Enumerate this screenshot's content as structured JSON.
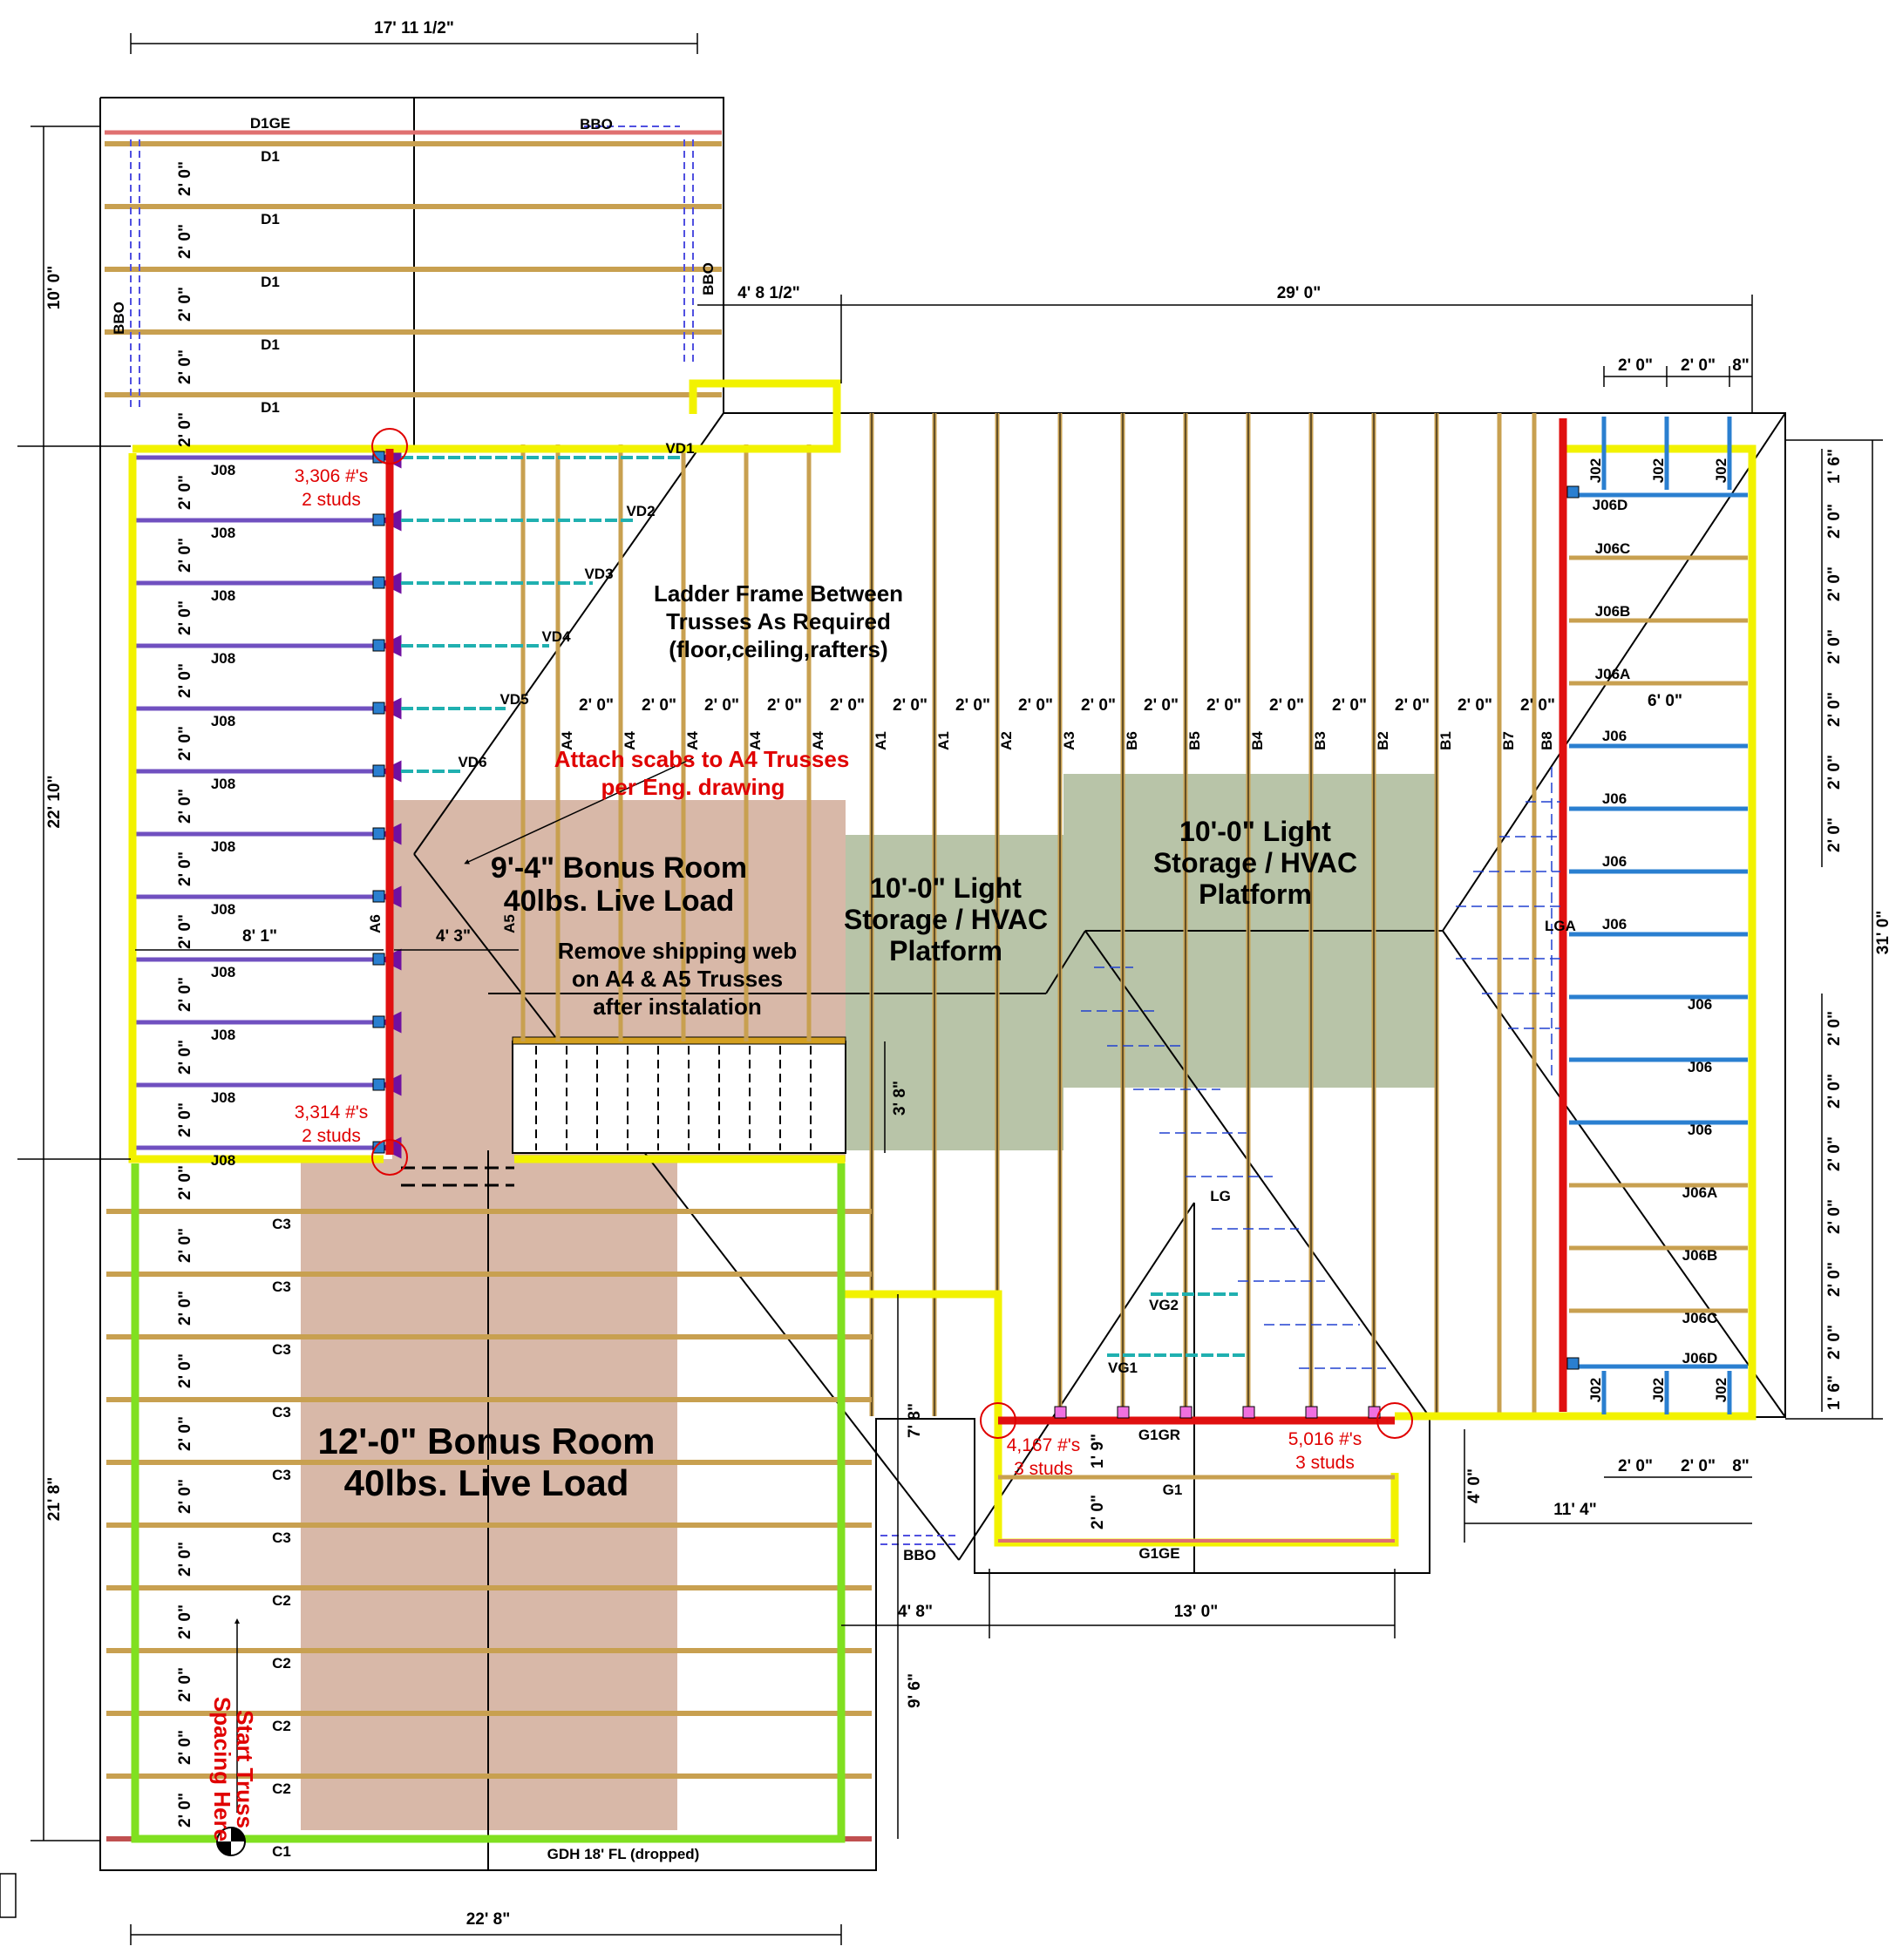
{
  "overall_dims": {
    "top": "17' 11 1/2\"",
    "bottom": "22' 8\"",
    "left_upper": "10' 0\"",
    "left_middle": "22' 10\"",
    "left_lower": "21' 8\"",
    "right": "31' 0\"",
    "mid_offset": "4' 8 1/2\"",
    "mid_width": "29' 0\"",
    "bonus_offset": "8' 1\"",
    "bonus_offset2": "4' 3\"",
    "stair_height": "3' 8\"",
    "lower_gap": "7' 8\"",
    "lower_left": "9' 6\"",
    "lower_offset": "4' 8\"",
    "lower_width": "13' 0\"",
    "garage_drop": "4' 0\"",
    "garage_right": "11' 4\"",
    "g1_space": "1' 9\"",
    "g1_space2": "2' 0\"",
    "hip_six": "6' 0\"",
    "right_top_a": "1' 6\"",
    "right_bottom_a": "1' 6\"",
    "two_ft": "2' 0\"",
    "eight_in": "8\""
  },
  "labels": {
    "bbo": "BBO",
    "d1ge": "D1GE",
    "d1": "D1",
    "j08": "J08",
    "c3": "C3",
    "c2": "C2",
    "c1": "C1",
    "a6": "A6",
    "a5": "A5",
    "a4": "A4",
    "vd1": "VD1",
    "vd2": "VD2",
    "vd3": "VD3",
    "vd4": "VD4",
    "vd5": "VD5",
    "vd6": "VD6",
    "j06d": "J06D",
    "j06c": "J06C",
    "j06b": "J06B",
    "j06a": "J06A",
    "j06": "J06",
    "j02": "J02",
    "lga": "LGA",
    "lg": "LG",
    "vg1": "VG1",
    "vg2": "VG2",
    "g1gr": "G1GR",
    "g1": "G1",
    "g1ge": "G1GE",
    "gdh": "GDH 18' FL (dropped)"
  },
  "truss_marks": [
    "A1",
    "A1",
    "A2",
    "A3",
    "B6",
    "B5",
    "B4",
    "B3",
    "B2",
    "B1",
    "B7",
    "B8"
  ],
  "notes": {
    "ladder_1": "Ladder Frame Between",
    "ladder_2": "Trusses As Required",
    "ladder_3": "(floor,ceiling,rafters)",
    "scab_1": "Attach scabs to A4 Trusses",
    "scab_2": "per Eng. drawing",
    "web_1": "Remove shipping web",
    "web_2": "on A4 & A5 Trusses",
    "web_3": "after instalation",
    "start_1": "Start Truss",
    "start_2": "Spacing Here"
  },
  "rooms": {
    "bonus_small_1": "9'-4\" Bonus Room",
    "bonus_small_2": "40lbs. Live Load",
    "bonus_big_1": "12'-0\" Bonus Room",
    "bonus_big_2": "40lbs. Live Load",
    "storage_a_1": "10'-0\" Light",
    "storage_a_2": "Storage / HVAC",
    "storage_a_3": "Platform",
    "storage_b_1": "10'-0\" Light",
    "storage_b_2": "Storage / HVAC",
    "storage_b_3": "Platform"
  },
  "loads": {
    "l1_a": "3,306 #'s",
    "l1_b": "2 studs",
    "l2_a": "3,314 #'s",
    "l2_b": "2 studs",
    "l3_a": "4,167 #'s",
    "l3_b": "3 studs",
    "l4_a": "5,016 #'s",
    "l4_b": "3 studs"
  },
  "colors": {
    "truss": "#c8a050",
    "yellow_wall": "#f2f200",
    "green_wall": "#80e020",
    "girder": "#e01010",
    "blue_jack": "#2a7fd0",
    "purple_jack": "#7050c0",
    "cyan_valley": "#20b0b0",
    "bonus_fill": "#d8b8a8",
    "storage_fill": "#b8c4a8",
    "red_text": "#e00000"
  }
}
